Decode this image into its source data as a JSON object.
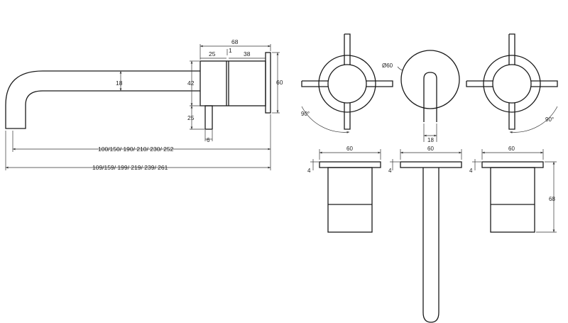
{
  "side_view": {
    "width_total": "68",
    "part_25": "25",
    "part_1": "1",
    "part_38": "38",
    "height_60": "60",
    "height_42": "42",
    "spout_18": "18",
    "lever_25": "25",
    "lever_6": "6",
    "reach_a": "100/150/ 190/ 210/ 230/ 252",
    "reach_b": "109/159/ 199/ 219/ 239/ 261"
  },
  "front_view": {
    "left_angle": "90°",
    "right_angle": "90°",
    "plate_diameter": "Ø60",
    "spout_width": "18"
  },
  "bottom_view": {
    "left_width": "60",
    "mid_width": "60",
    "right_width": "60",
    "left_thk": "4",
    "mid_thk": "4",
    "right_thk": "4",
    "depth": "68"
  }
}
